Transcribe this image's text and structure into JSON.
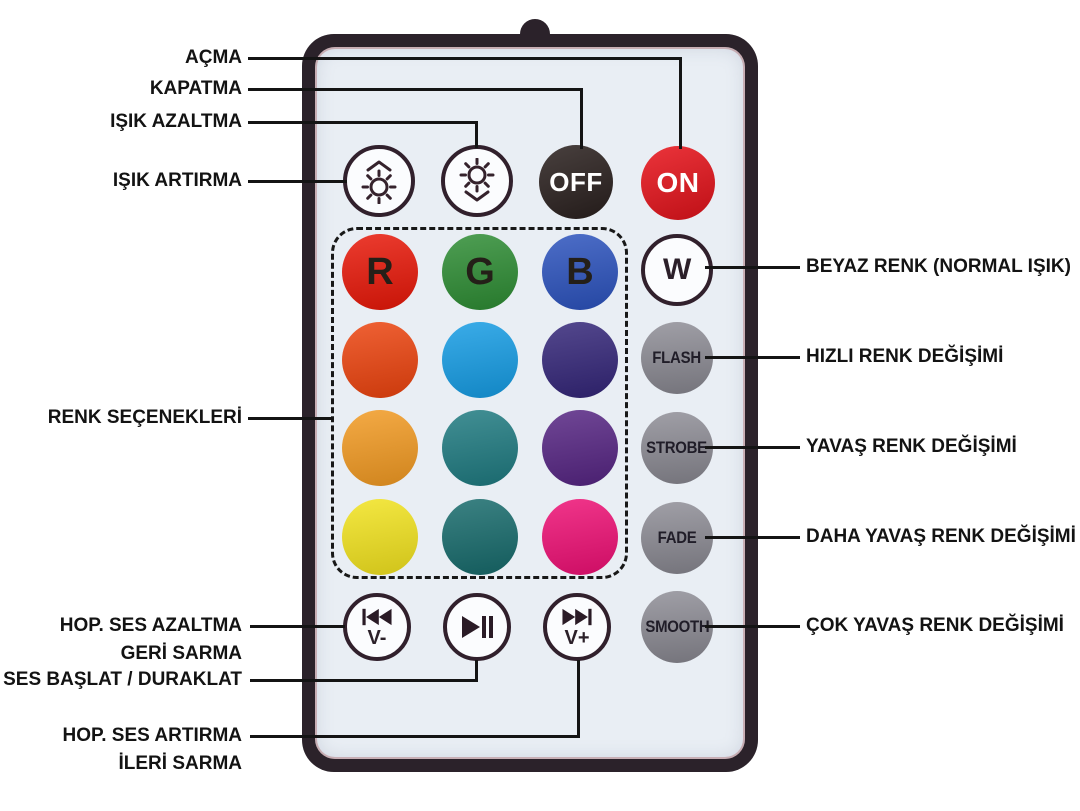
{
  "colors": {
    "frame": "#2b222a",
    "face": "#e9eef4",
    "off_bg": "#2b211f",
    "on_bg": "#e8131b",
    "mode_gray": "#8b8a93",
    "line": "#141414"
  },
  "remote": {
    "top_row": {
      "brightness_up": {
        "icon": "sun-arrow-up-icon"
      },
      "brightness_down": {
        "icon": "sun-arrow-down-icon"
      },
      "off": {
        "label": "OFF"
      },
      "on": {
        "label": "ON"
      }
    },
    "color_grid": {
      "rows": [
        {
          "cells": [
            {
              "label": "R",
              "color": "#e81708"
            },
            {
              "label": "G",
              "color": "#2d8c33"
            },
            {
              "label": "B",
              "color": "#2b52bd"
            }
          ]
        },
        {
          "cells": [
            {
              "label": "",
              "color": "#ec430e"
            },
            {
              "label": "",
              "color": "#159ce4"
            },
            {
              "label": "",
              "color": "#332578"
            }
          ]
        },
        {
          "cells": [
            {
              "label": "",
              "color": "#f29a22"
            },
            {
              "label": "",
              "color": "#1e7a80"
            },
            {
              "label": "",
              "color": "#552482"
            }
          ]
        },
        {
          "cells": [
            {
              "label": "",
              "color": "#f2e31e"
            },
            {
              "label": "",
              "color": "#166a6b"
            },
            {
              "label": "",
              "color": "#ee0f74"
            }
          ]
        }
      ]
    },
    "mode_column": [
      {
        "label": "W"
      },
      {
        "label": "FLASH"
      },
      {
        "label": "STROBE"
      },
      {
        "label": "FADE"
      },
      {
        "label": "SMOOTH"
      }
    ],
    "media_row": [
      {
        "icon": "skip-back-icon",
        "label": "V-"
      },
      {
        "icon": "play-pause-icon",
        "label": ""
      },
      {
        "icon": "skip-forward-icon",
        "label": "V+"
      }
    ]
  },
  "annotations": {
    "left": [
      {
        "text": "AÇMA"
      },
      {
        "text": "KAPATMA"
      },
      {
        "text": "IŞIK AZALTMA"
      },
      {
        "text": "IŞIK ARTIRMA"
      },
      {
        "text": "RENK SEÇENEKLERİ"
      },
      {
        "line1": "HOP. SES AZALTMA",
        "line2": "GERİ SARMA"
      },
      {
        "text": "SES BAŞLAT / DURAKLAT"
      },
      {
        "line1": "HOP. SES ARTIRMA",
        "line2": "İLERİ SARMA"
      }
    ],
    "right": [
      {
        "text": "BEYAZ RENK (NORMAL IŞIK)"
      },
      {
        "text": "HIZLI RENK DEĞİŞİMİ"
      },
      {
        "text": "YAVAŞ RENK DEĞİŞİMİ"
      },
      {
        "text": "DAHA YAVAŞ RENK DEĞİŞİMİ"
      },
      {
        "text": "ÇOK YAVAŞ RENK DEĞİŞİMİ"
      }
    ]
  }
}
